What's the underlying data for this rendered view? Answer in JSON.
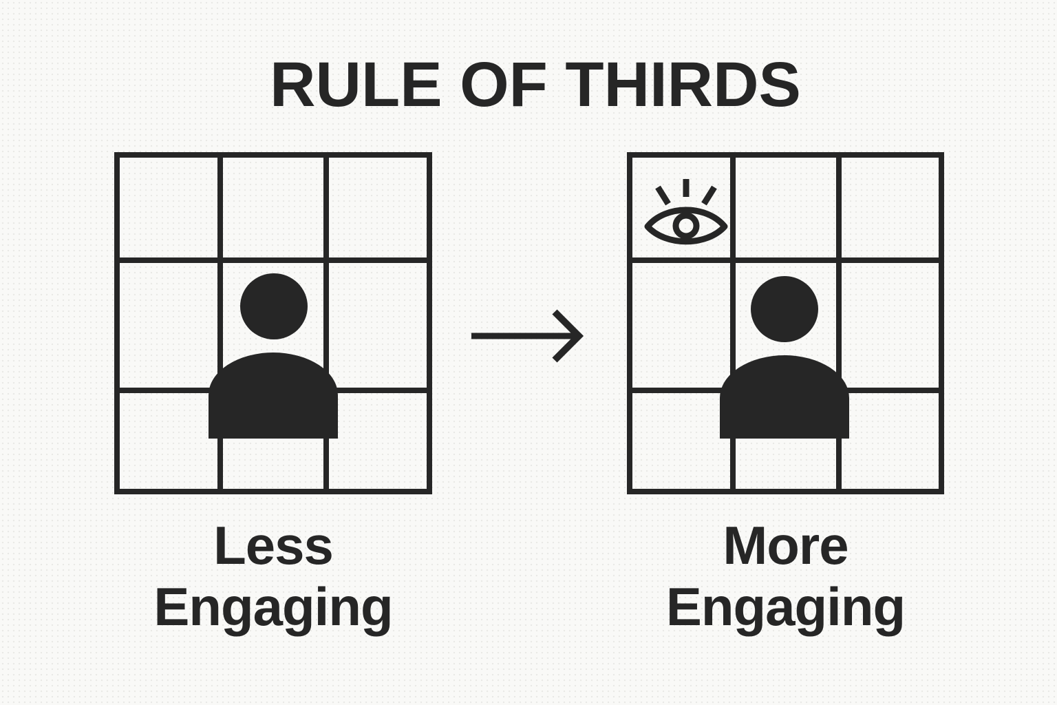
{
  "title": "RULE OF THIRDS",
  "panels": {
    "left": {
      "caption": [
        "Less",
        "Engaging"
      ]
    },
    "right": {
      "caption": [
        "More",
        "Engaging"
      ]
    }
  },
  "icons": {
    "person": "person-icon",
    "eye": "eye-icon",
    "arrow": "arrow-right-icon"
  },
  "grid": {
    "rows": 3,
    "cols": 3
  },
  "colors": {
    "ink": "#262626",
    "background": "#f9f9f7"
  }
}
